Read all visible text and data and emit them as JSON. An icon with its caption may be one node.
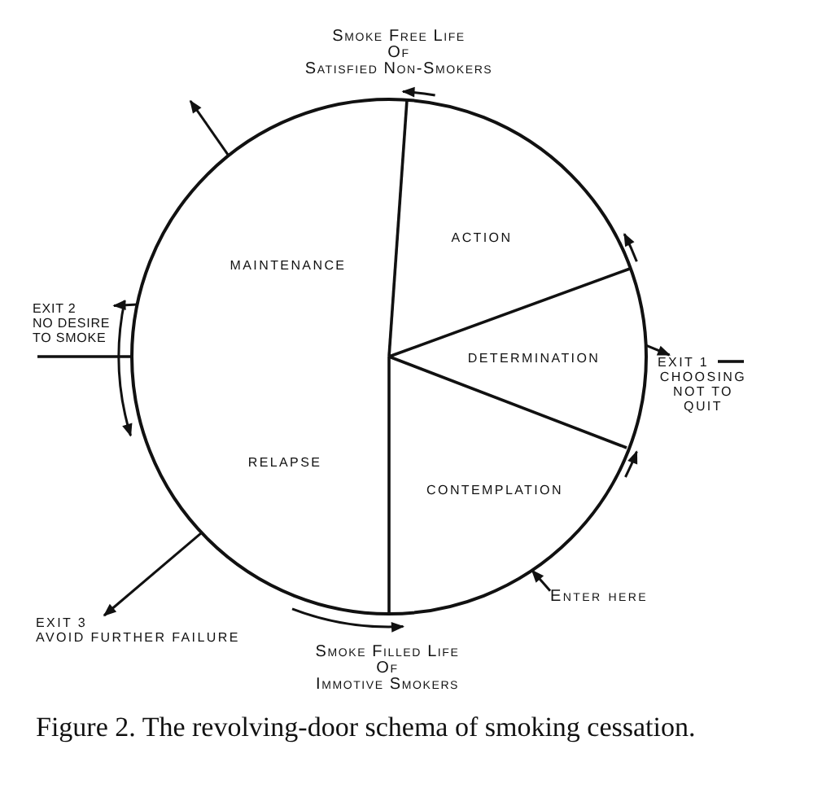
{
  "diagram": {
    "caption": "Figure 2. The revolving-door schema of smoking cessation.",
    "nodes": [
      {
        "text": [],
        "shape": "circle"
      },
      {
        "text": [
          "MAINTENANCE"
        ],
        "in": 0
      },
      {
        "text": [
          "ACTION"
        ],
        "in": 0
      },
      {
        "text": [
          "DETERMINATION"
        ],
        "in": 0
      },
      {
        "text": [
          "CONTEMPLATION"
        ],
        "in": 0
      },
      {
        "text": [
          "RELAPSE"
        ],
        "in": 0
      },
      {
        "text": [
          "EXIT 2",
          "NO DESIRE TO SMOKE"
        ]
      },
      {
        "text": [
          "EXIT 1",
          "CHOOSING NOT TO QUIT"
        ]
      },
      {
        "text": [
          "EXIT 3",
          "AVOID FURTHER FAILURE"
        ]
      },
      {
        "text": [
          "Enter here"
        ]
      }
    ],
    "edges": [
      {
        "from": 0,
        "to": null,
        "arrow": "to"
      },
      {
        "from": 0,
        "to": 6,
        "arrow": "to"
      },
      {
        "from": 0,
        "to": 7,
        "arrow": "to"
      },
      {
        "from": 0,
        "to": 8,
        "arrow": "to"
      },
      {
        "from": 9,
        "to": 0,
        "arrow": "to"
      }
    ],
    "labels": [
      "Smoke Free Life",
      "Of",
      "Satisfied Non-Smokers",
      "Smoke Filled Life",
      "Of",
      "Immotive Smokers"
    ]
  }
}
